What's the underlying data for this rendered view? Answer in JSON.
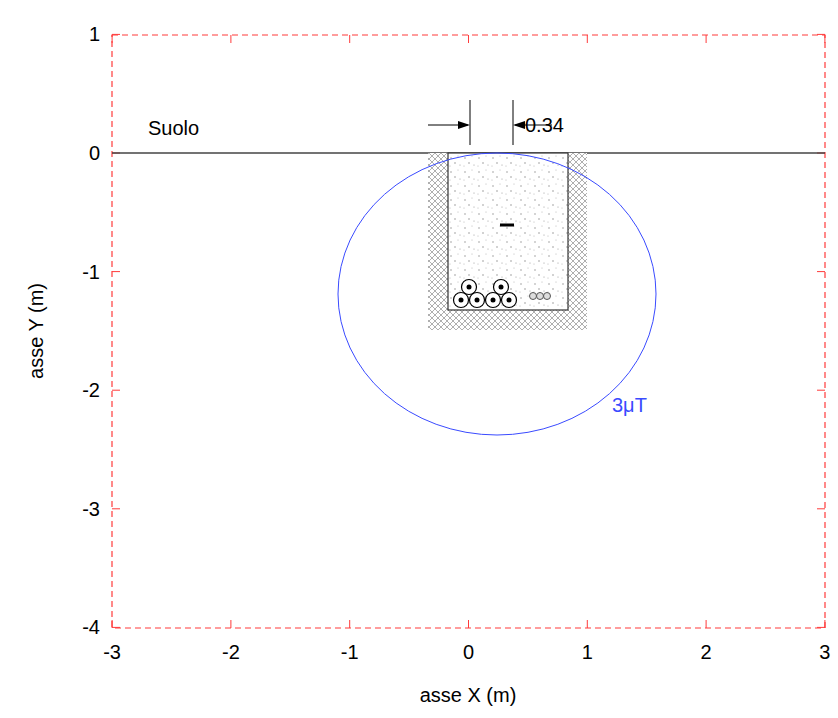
{
  "diagram": {
    "labels": [
      "Suolo",
      "0.34",
      "3μT",
      "asse X (m)",
      "asse Y (m)",
      "1",
      "0",
      "-1",
      "-2",
      "-3",
      "-4",
      "-3",
      "-2",
      "-1",
      "0",
      "1",
      "2",
      "3"
    ]
  }
}
